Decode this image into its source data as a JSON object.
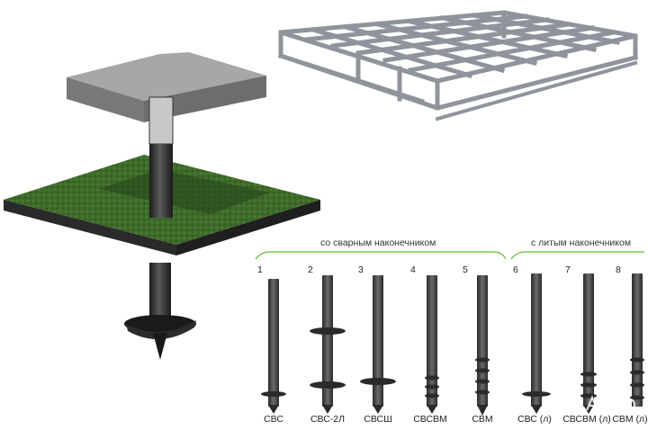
{
  "groups": {
    "welded": "со сварным наконечником",
    "cast": "с литым наконечником"
  },
  "piles": [
    {
      "number": "1",
      "name": "СВС"
    },
    {
      "number": "2",
      "name": "СВС-2Л"
    },
    {
      "number": "3",
      "name": "СВСШ"
    },
    {
      "number": "4",
      "name": "СВСВМ"
    },
    {
      "number": "5",
      "name": "СВМ"
    },
    {
      "number": "6",
      "name": "СВС (л)"
    },
    {
      "number": "7",
      "name": "СВСВМ (л)"
    },
    {
      "number": "8",
      "name": "СВМ (л)"
    }
  ],
  "colors": {
    "accent": "#6cb83a",
    "pile": "#3a3a3a",
    "grass": "#3f6b2a",
    "beam": "#8a8888",
    "frame": "#8f949c"
  },
  "icons": [
    "pile-foundation-illustration",
    "steel-frame-illustration",
    "watermark-logo"
  ]
}
